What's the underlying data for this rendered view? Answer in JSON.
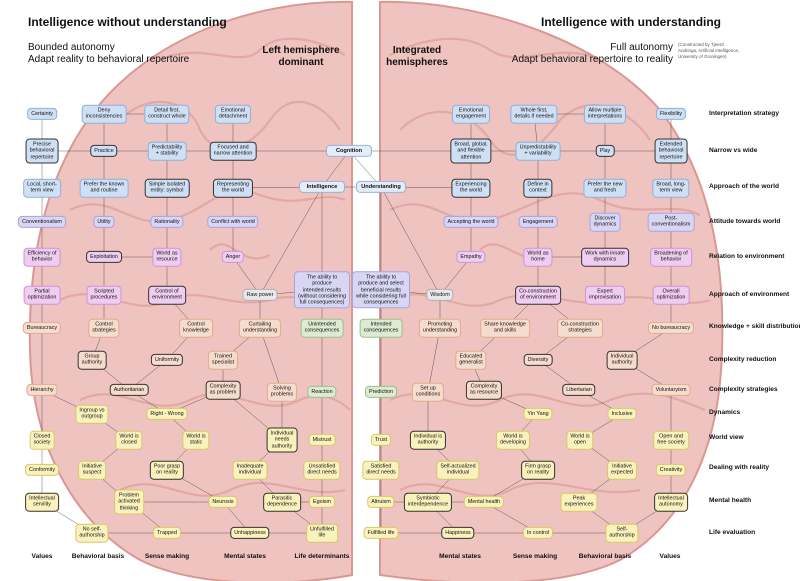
{
  "header": {
    "left_title": "Intelligence without understanding",
    "right_title": "Intelligence with understanding",
    "left_sub1": "Bounded autonomy",
    "left_sub2": "Adapt reality to behavioral repertoire",
    "right_sub1": "Full autonomy",
    "right_sub2": "Adapt behavioral repertoire to reality",
    "left_hemi1": "Left hemisphere",
    "left_hemi2": "dominant",
    "mid_hemi1": "Integrated",
    "mid_hemi2": "hemispheres",
    "credit": "(Constructed by Tjeerd Andringa, Artificial Intelligence, University of Groningen)"
  },
  "colors": {
    "brain": "#e9b0ad",
    "brain_line": "#c97a76",
    "blue": "#cfe0f5",
    "lavender": "#d9d6f4",
    "magenta": "#efcdf1",
    "salmon": "#f6dccd",
    "green": "#dcebd1",
    "yellow": "#f9f2bc",
    "edge": "#333333"
  },
  "row_labels": [
    "Interpretation strategy",
    "Narrow vs wide",
    "Approach of the world",
    "Attitude towards world",
    "Relation to environment",
    "Approach of environment",
    "Knowledge + skill distribution",
    "Complexity reduction",
    "Complexity strategies",
    "Dynamics",
    "World view",
    "Dealing with reality",
    "Mental health",
    "Life evaluation"
  ],
  "column_labels": [
    "Values",
    "Behavioral basis",
    "Sense making",
    "Mental states",
    "Life determinants",
    "Mental states",
    "Sense making",
    "Behavioral basis",
    "Values"
  ],
  "nodes": [
    {
      "id": "certainty",
      "text": "Certainty"
    },
    {
      "id": "deny",
      "text": "Deny\ninconsistencies"
    },
    {
      "id": "detailfirst",
      "text": "Detail first,\nconstruct whole"
    },
    {
      "id": "emodetach",
      "text": "Emotional\ndetachment"
    },
    {
      "id": "emoengage",
      "text": "Emotional\nengagement"
    },
    {
      "id": "wholefirst",
      "text": "Whole first,\ndetails if needed"
    },
    {
      "id": "allowmulti",
      "text": "Allow multiple\ninterpretations"
    },
    {
      "id": "flexibility",
      "text": "Flexibility"
    },
    {
      "id": "precise",
      "text": "Precise\nbehavioral\nrepertoire"
    },
    {
      "id": "practice",
      "text": "Practice"
    },
    {
      "id": "predict",
      "text": "Predictability\n+ stability"
    },
    {
      "id": "focused",
      "text": "Focused and\nnarrow attention"
    },
    {
      "id": "cognition",
      "text": "Cognition"
    },
    {
      "id": "broad",
      "text": "Broad, global,\nand flexible\nattention"
    },
    {
      "id": "unpredict",
      "text": "Unpredictability\n+ variability"
    },
    {
      "id": "play",
      "text": "Play"
    },
    {
      "id": "extended",
      "text": "Extended\nbehavioral\nrepertoire"
    },
    {
      "id": "localshort",
      "text": "Local, short-\nterm view"
    },
    {
      "id": "preferknown",
      "text": "Prefer the known\nand routine"
    },
    {
      "id": "simpleiso",
      "text": "Simple isolated\nentity: symbol"
    },
    {
      "id": "represent",
      "text": "Representing\nthe world"
    },
    {
      "id": "intelligence",
      "text": "Intelligence"
    },
    {
      "id": "understanding",
      "text": "Understanding"
    },
    {
      "id": "experiencing",
      "text": "Experiencing\nthe world"
    },
    {
      "id": "define",
      "text": "Define in\ncontext"
    },
    {
      "id": "prefernew",
      "text": "Prefer the new\nand fresh"
    },
    {
      "id": "broadlong",
      "text": "Broad, long-\nterm view"
    },
    {
      "id": "conventionalism",
      "text": "Conventionalism"
    },
    {
      "id": "utility",
      "text": "Utility"
    },
    {
      "id": "rationality",
      "text": "Rationality"
    },
    {
      "id": "conflict",
      "text": "Conflict with world"
    },
    {
      "id": "accepting",
      "text": "Accepting the world"
    },
    {
      "id": "engagement",
      "text": "Engagement"
    },
    {
      "id": "discover",
      "text": "Discover\ndynamics"
    },
    {
      "id": "postconv",
      "text": "Post-\nconventionalism"
    },
    {
      "id": "efficiency",
      "text": "Efficiency of\nbehavior"
    },
    {
      "id": "exploitation",
      "text": "Exploitation"
    },
    {
      "id": "worldresource",
      "text": "World as\nresource"
    },
    {
      "id": "anger",
      "text": "Anger"
    },
    {
      "id": "empathy",
      "text": "Empathy"
    },
    {
      "id": "worldhome",
      "text": "World as\nhome"
    },
    {
      "id": "workinnate",
      "text": "Work with innate\ndynamics"
    },
    {
      "id": "broadening",
      "text": "Broadening of\nbehavior"
    },
    {
      "id": "partialopt",
      "text": "Partial\noptimization"
    },
    {
      "id": "scripted",
      "text": "Scripted\nprocedures"
    },
    {
      "id": "controlenv",
      "text": "Control of\nenvironment"
    },
    {
      "id": "rawpower",
      "text": "Raw power"
    },
    {
      "id": "abilityproduce",
      "text": "The ability to produce\nintended results\n(without considering\nfull consequences)"
    },
    {
      "id": "abilityselect",
      "text": "The ability to\nproduce and select\nbeneficial results\nwhile considering full\nconsequences"
    },
    {
      "id": "wisdom",
      "text": "Wisdom"
    },
    {
      "id": "coconstruction",
      "text": "Co-construction\nof environment"
    },
    {
      "id": "expertimpro",
      "text": "Expert\nimprovisation"
    },
    {
      "id": "overallopt",
      "text": "Overall\noptimization"
    },
    {
      "id": "bureaucracy",
      "text": "Bureaucracy"
    },
    {
      "id": "controlstrat",
      "text": "Control\nstrategies"
    },
    {
      "id": "controlknow",
      "text": "Control\nknowledge"
    },
    {
      "id": "curtailing",
      "text": "Curtailing\nunderstanding"
    },
    {
      "id": "unintended",
      "text": "Unintended\nconsequences"
    },
    {
      "id": "intended",
      "text": "Intended\nconsequences"
    },
    {
      "id": "promoting",
      "text": "Promoting\nunderstanding"
    },
    {
      "id": "shareknow",
      "text": "Share knowledge\nand skills"
    },
    {
      "id": "coconstrat",
      "text": "Co-construction\nstrategies"
    },
    {
      "id": "nobureaucracy",
      "text": "No bureaucracy"
    },
    {
      "id": "groupauth",
      "text": "Group\nauthority"
    },
    {
      "id": "uniformity",
      "text": "Uniformity"
    },
    {
      "id": "trainedspec",
      "text": "Trained\nspecialist"
    },
    {
      "id": "educated",
      "text": "Educated\ngeneralist"
    },
    {
      "id": "diversity",
      "text": "Diversity"
    },
    {
      "id": "indauth",
      "text": "Individual\nauthority"
    },
    {
      "id": "hierarchy",
      "text": "Hierarchy"
    },
    {
      "id": "authoritarian",
      "text": "Authoritarian"
    },
    {
      "id": "complexproblem",
      "text": "Complexity\nas problem"
    },
    {
      "id": "solving",
      "text": "Solving\nproblems"
    },
    {
      "id": "reaction",
      "text": "Reaction"
    },
    {
      "id": "prediction",
      "text": "Prediction"
    },
    {
      "id": "setup",
      "text": "Set up\nconditions"
    },
    {
      "id": "complexresource",
      "text": "Complexity\nas resource"
    },
    {
      "id": "libertarian",
      "text": "Libertarian"
    },
    {
      "id": "voluntaryism",
      "text": "Voluntaryism"
    },
    {
      "id": "ingroup",
      "text": "Ingroup vs\noutgroup"
    },
    {
      "id": "rightwrong",
      "text": "Right - Wrong"
    },
    {
      "id": "yinyang",
      "text": "Yin Yang"
    },
    {
      "id": "inclusive",
      "text": "Inclusive"
    },
    {
      "id": "closedsoc",
      "text": "Closed\nsociety"
    },
    {
      "id": "worldclosed",
      "text": "World is\nclosed"
    },
    {
      "id": "worldstatic",
      "text": "World is\nstatic"
    },
    {
      "id": "indneeds",
      "text": "Individual\nneeds\nauthority"
    },
    {
      "id": "mistrust",
      "text": "Mistrust"
    },
    {
      "id": "trust",
      "text": "Trust"
    },
    {
      "id": "indisauth",
      "text": "Individual is\nauthority"
    },
    {
      "id": "worlddeveloping",
      "text": "World is\ndeveloping"
    },
    {
      "id": "worldopen",
      "text": "World is\nopen"
    },
    {
      "id": "opensoc",
      "text": "Open and\nfree society"
    },
    {
      "id": "conformity",
      "text": "Conformity"
    },
    {
      "id": "initsuspect",
      "text": "Initiative\nsuspect"
    },
    {
      "id": "poorgrasp",
      "text": "Poor grasp\non reality"
    },
    {
      "id": "inadequate",
      "text": "Inadequate\nindividual"
    },
    {
      "id": "unsatisfied",
      "text": "Unsatisfied\ndirect needs"
    },
    {
      "id": "satisfied",
      "text": "Satisfied\ndirect needs"
    },
    {
      "id": "selfactual",
      "text": "Self-actualized\nindividual"
    },
    {
      "id": "firmgrasp",
      "text": "Firm grasp\non reality"
    },
    {
      "id": "initexpected",
      "text": "Initiative\nexpected"
    },
    {
      "id": "creativity",
      "text": "Creativity"
    },
    {
      "id": "intserv",
      "text": "Intellectual\nservility"
    },
    {
      "id": "problemact",
      "text": "Problem\nactivated\nthinking"
    },
    {
      "id": "neurosis",
      "text": "Neurosis"
    },
    {
      "id": "parasitic",
      "text": "Parasitic\ndependence"
    },
    {
      "id": "egoism",
      "text": "Egoism"
    },
    {
      "id": "altruism",
      "text": "Altruism"
    },
    {
      "id": "symbiotic",
      "text": "Symbiotic\ninterdependence"
    },
    {
      "id": "mentalhealth",
      "text": "Mental health"
    },
    {
      "id": "peak",
      "text": "Peak\nexperiences"
    },
    {
      "id": "intauto",
      "text": "Intellectual\nautonomy"
    },
    {
      "id": "noselfauth",
      "text": "No self-\nauthorship"
    },
    {
      "id": "trapped",
      "text": "Trapped"
    },
    {
      "id": "unhappiness",
      "text": "Unhappiness"
    },
    {
      "id": "unfulfilled",
      "text": "Unfulfilled\nlife"
    },
    {
      "id": "fulfilled",
      "text": "Fulfilled life"
    },
    {
      "id": "happiness",
      "text": "Happiness"
    },
    {
      "id": "incontrol",
      "text": "In control"
    },
    {
      "id": "selfauth",
      "text": "Self-\nauthorship"
    }
  ]
}
